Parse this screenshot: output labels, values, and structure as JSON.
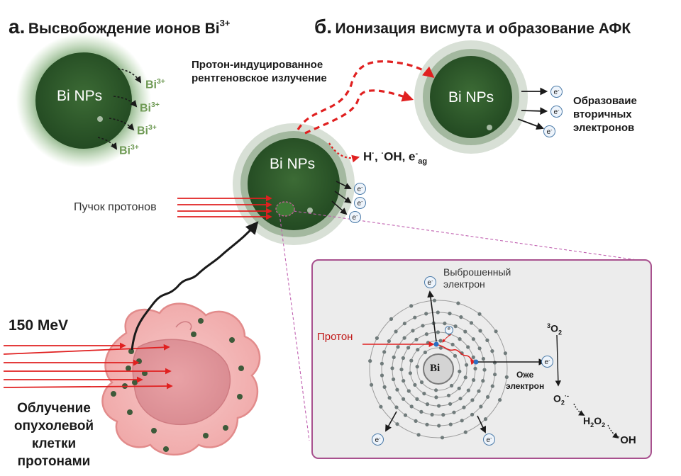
{
  "panel_a": {
    "letter": "a.",
    "title": "Высвобождение ионов Bi",
    "title_sup": "3+",
    "np_label": "Bi NPs",
    "ion_base": "Bi",
    "ion_sup": "3+"
  },
  "panel_b": {
    "letter": "б.",
    "title": "Ионизация висмута и образование АФК",
    "xray_label_1": "Протон-индуцированное",
    "xray_label_2": "рентгеновское излучение",
    "np_label": "Bi NPs",
    "np_center_label": "Bi NPs",
    "species": "H",
    "species_oh": "OH, e",
    "species_sub": "ag",
    "secondary_label_1": "Образоваие",
    "secondary_label_2": "вторичных",
    "secondary_label_3": "электронов",
    "electron_symbol": "e",
    "electron_sup": "-"
  },
  "beam": {
    "label": "Пучок протонов"
  },
  "cell": {
    "energy": "150 MeV",
    "caption_1": "Облучение",
    "caption_2": "опухолевой",
    "caption_3": "клетки",
    "caption_4": "протонами"
  },
  "inset": {
    "ejected_1": "Выброшенный",
    "ejected_2": "электрон",
    "proton": "Протон",
    "nucleus": "Bi",
    "auger_1": "Оже",
    "auger_2": "электрон",
    "o2_sup": "3",
    "o2": "O",
    "o2_sub": "2",
    "superoxide": "O",
    "superoxide_sub": "2",
    "superoxide_sup": "·-",
    "h2o2_a": "H",
    "h2o2_b": "O",
    "h2o2_sub": "2",
    "oh": "OH",
    "oh_dot": "·"
  },
  "colors": {
    "np_dark": "#2f5a2c",
    "np_halo": "#9fb59a",
    "proton_red": "#e02020",
    "inset_border": "#a8518e",
    "cell_pink": "#f3b9b9"
  }
}
